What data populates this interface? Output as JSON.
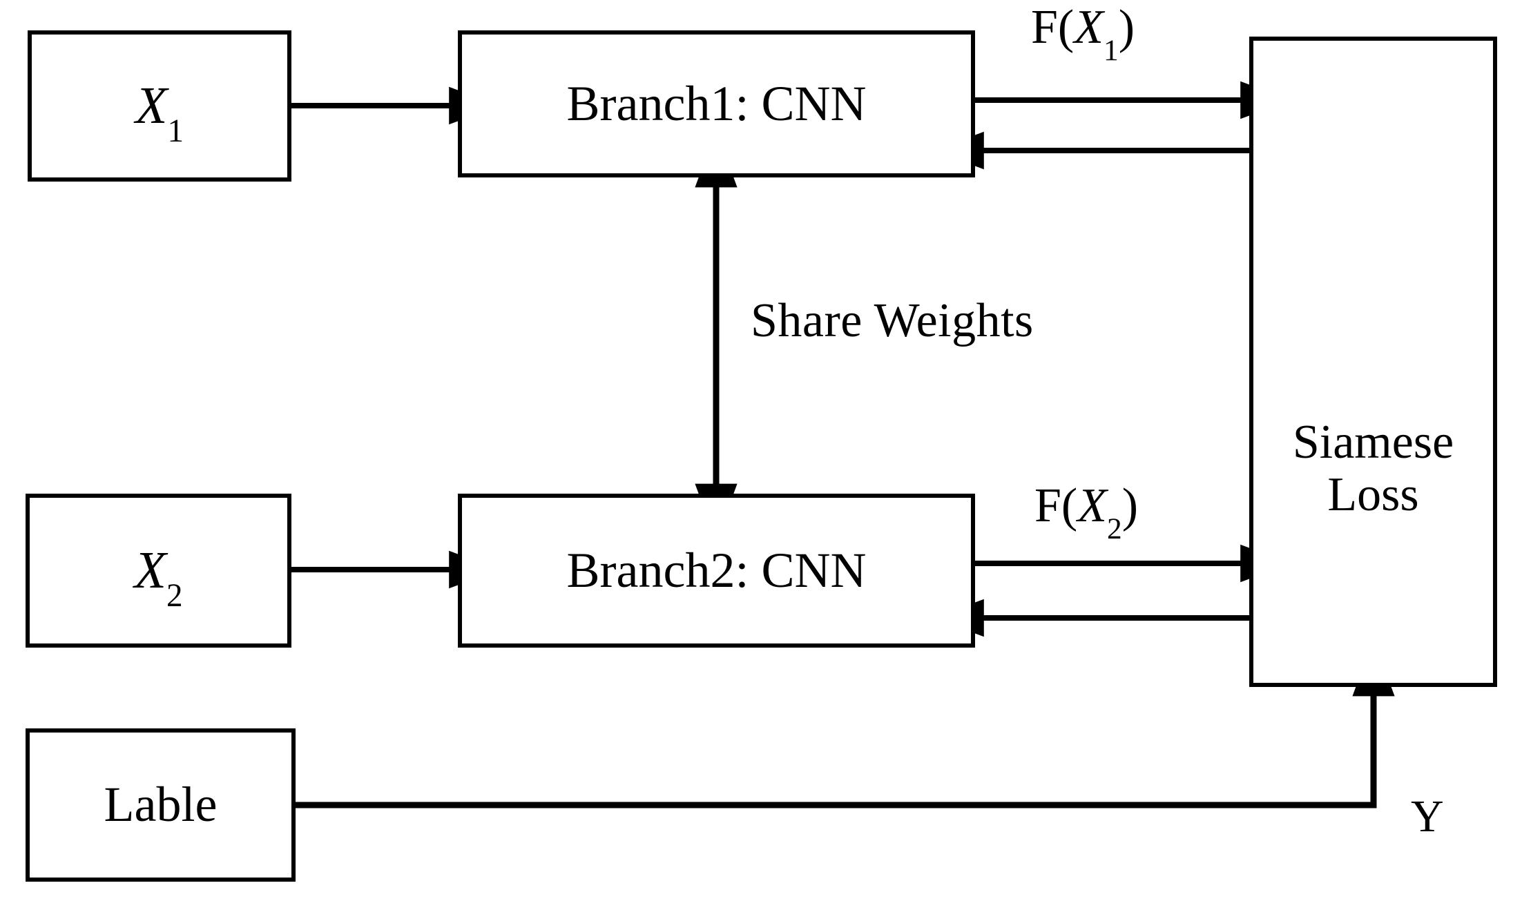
{
  "diagram": {
    "title": "Siamese network architecture with shared-weight CNN branches",
    "background_color": "#ffffff",
    "stroke_color": "#000000",
    "nodes": [
      {
        "id": "x1",
        "label": "X1",
        "label_base": "X",
        "label_sub": "1"
      },
      {
        "id": "branch1",
        "label": "Branch1: CNN"
      },
      {
        "id": "loss",
        "label": "Siamese Loss",
        "line1": "Siamese",
        "line2": "Loss"
      },
      {
        "id": "x2",
        "label": "X2",
        "label_base": "X",
        "label_sub": "2"
      },
      {
        "id": "branch2",
        "label": "Branch2: CNN"
      },
      {
        "id": "lable",
        "label": "Lable"
      }
    ],
    "edge_labels": {
      "fx1_prefix": "F(",
      "fx1_var": "X",
      "fx1_sub": "1",
      "fx1_suffix": ")",
      "fx2_prefix": "F(",
      "fx2_var": "X",
      "fx2_sub": "2",
      "fx2_suffix": ")",
      "share_weights": "Share   Weights",
      "y": "Y"
    },
    "edges": [
      {
        "from": "x1",
        "to": "branch1",
        "style": "arrow-right"
      },
      {
        "from": "branch1",
        "to": "loss",
        "style": "arrow-right",
        "label": "F(X1)"
      },
      {
        "from": "loss",
        "to": "branch1",
        "style": "arrow-left"
      },
      {
        "from": "x2",
        "to": "branch2",
        "style": "arrow-right"
      },
      {
        "from": "branch2",
        "to": "loss",
        "style": "arrow-right",
        "label": "F(X2)"
      },
      {
        "from": "loss",
        "to": "branch2",
        "style": "arrow-left"
      },
      {
        "from": "branch1",
        "to": "branch2",
        "style": "double-arrow-vertical",
        "label": "Share   Weights"
      },
      {
        "from": "lable",
        "to": "loss",
        "style": "arrow-up-elbow",
        "label": "Y"
      }
    ]
  }
}
